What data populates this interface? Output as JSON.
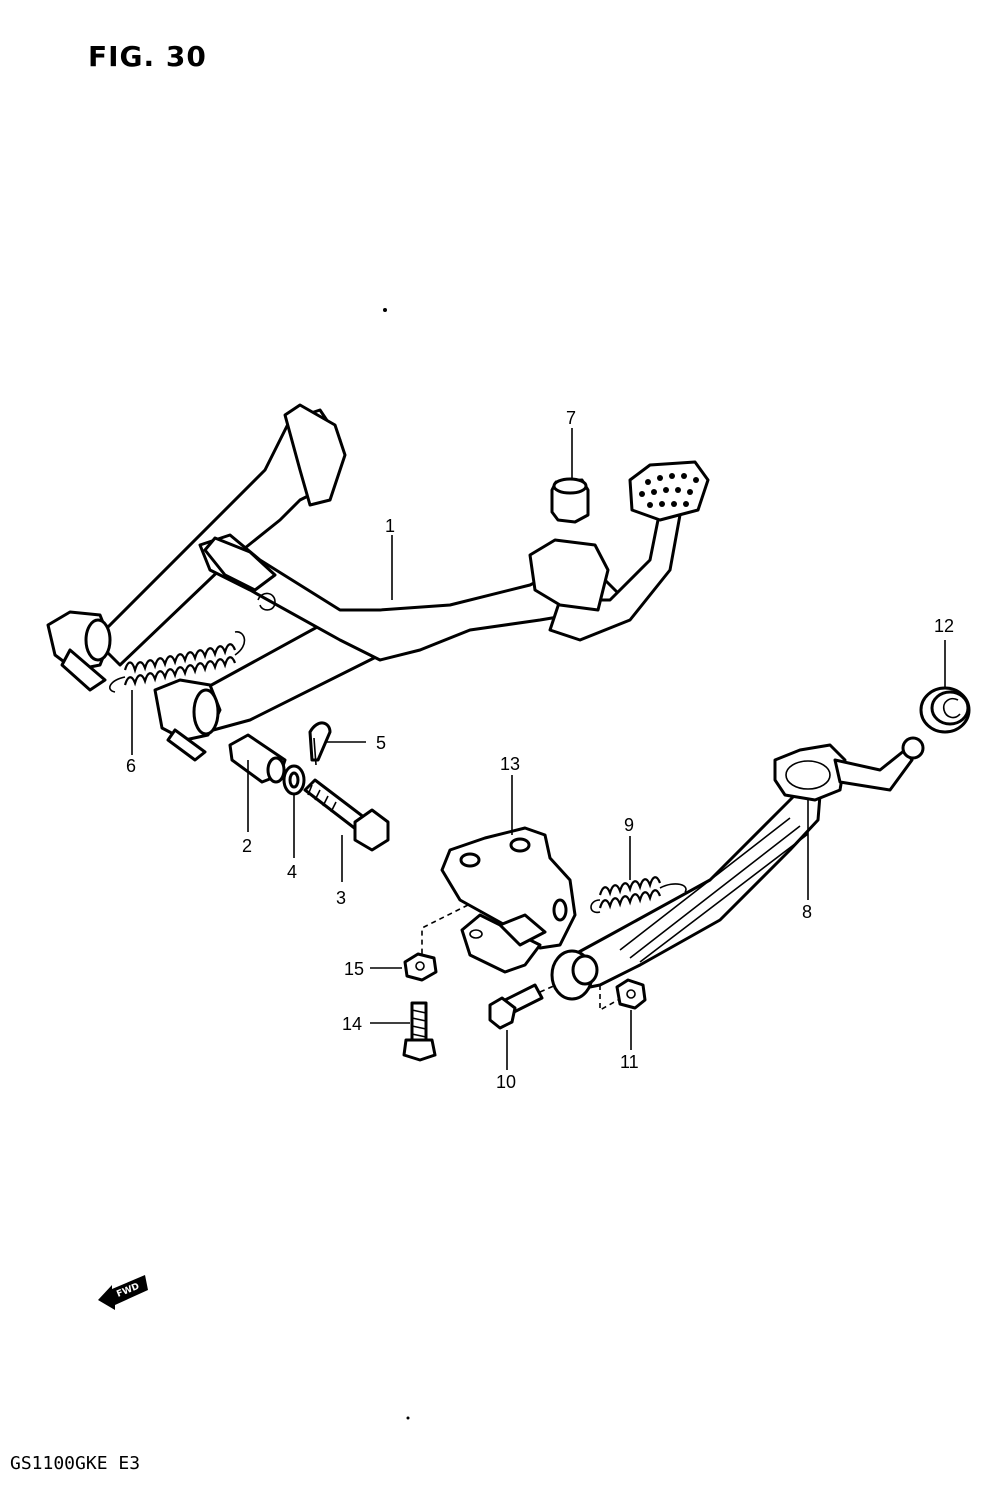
{
  "figure": {
    "title": "FIG. 30",
    "model_code": "GS1100GKE E3",
    "fwd_label": "FWD"
  },
  "callouts": [
    "1",
    "2",
    "3",
    "4",
    "5",
    "6",
    "7",
    "8",
    "9",
    "10",
    "11",
    "12",
    "13",
    "14",
    "15"
  ]
}
